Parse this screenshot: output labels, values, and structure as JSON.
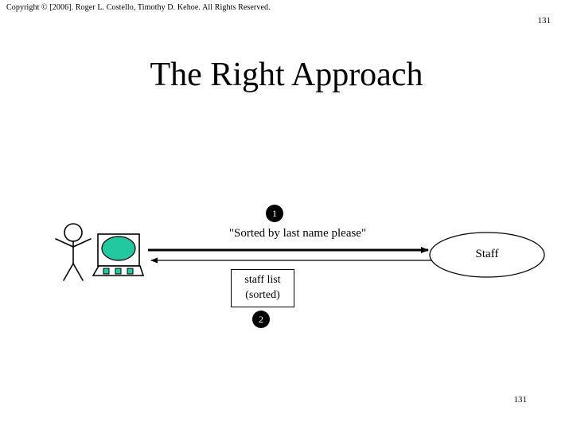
{
  "slide": {
    "copyright": "Copyright © [2006].  Roger L. Costello, Timothy D. Kehoe.  All Rights Reserved.",
    "page_number_top": "131",
    "page_number_bottom": "131",
    "title": "The Right Approach"
  },
  "diagram": {
    "type": "sequence-collaboration",
    "actors": [
      {
        "name": "user-workstation",
        "kind": "stick-figure-and-computer",
        "label": ""
      },
      {
        "name": "staff-entity",
        "kind": "ellipse",
        "label": "Staff"
      }
    ],
    "messages": [
      {
        "sequence": "1",
        "label": "\"Sorted by last name please\"",
        "direction": "right",
        "from": "user-workstation",
        "to": "staff-entity"
      },
      {
        "sequence": "2",
        "label_line1": "staff list",
        "label_line2": "(sorted)",
        "direction": "left",
        "from": "staff-entity",
        "to": "user-workstation"
      }
    ],
    "colors": {
      "screen_green": "#22C8A0",
      "stroke": "#000000",
      "background": "#FFFFFF",
      "badge_fill": "#000000",
      "badge_text": "#FFFFFF"
    }
  }
}
